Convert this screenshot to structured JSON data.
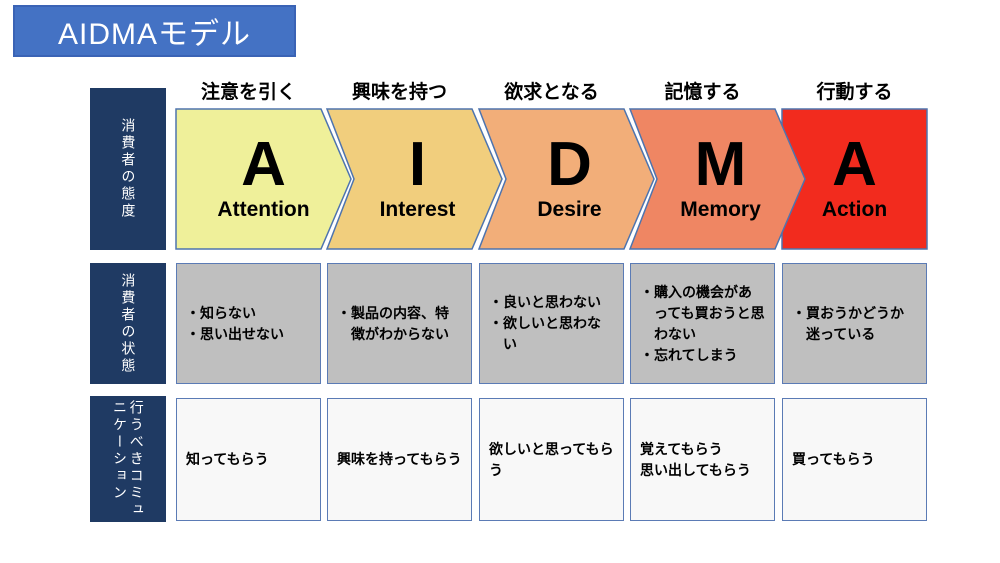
{
  "title": "AIDMAモデル",
  "ui": {
    "bullet": "・"
  },
  "colors": {
    "title_bg": "#4472C4",
    "title_text": "#FFFFFF",
    "label_bg": "#1F3A63",
    "stage_border": "#4E74AE",
    "box_border": "#5B7BB5",
    "state_bg": "#BFBFBF",
    "comm_bg": "#F8F8F8",
    "stage_fills": [
      "#EFF09A",
      "#F1CE7D",
      "#F2AE79",
      "#EF8663",
      "#F22B1E"
    ]
  },
  "rows": {
    "attitude_label": "消費者の態度",
    "state_label": "消費者の状態",
    "comm_label_lines": [
      "行うべきコミュ",
      "ニケーション"
    ]
  },
  "stages": [
    {
      "header": "注意を引く",
      "letter": "A",
      "word": "Attention",
      "state_bullets": [
        "知らない",
        "思い出せない"
      ],
      "communication": [
        "知ってもらう"
      ]
    },
    {
      "header": "興味を持つ",
      "letter": "I",
      "word": "Interest",
      "state_bullets": [
        "製品の内容、特徴がわからない"
      ],
      "communication": [
        "興味を持ってもらう"
      ]
    },
    {
      "header": "欲求となる",
      "letter": "D",
      "word": "Desire",
      "state_bullets": [
        "良いと思わない",
        "欲しいと思わない"
      ],
      "communication": [
        "欲しいと思ってもらう"
      ]
    },
    {
      "header": "記憶する",
      "letter": "M",
      "word": "Memory",
      "state_bullets": [
        "購入の機会があっても買おうと思わない",
        "忘れてしまう"
      ],
      "communication": [
        "覚えてもらう",
        "思い出してもらう"
      ]
    },
    {
      "header": "行動する",
      "letter": "A",
      "word": "Action",
      "state_bullets": [
        "買おうかどうか迷っている"
      ],
      "communication": [
        "買ってもらう"
      ]
    }
  ]
}
